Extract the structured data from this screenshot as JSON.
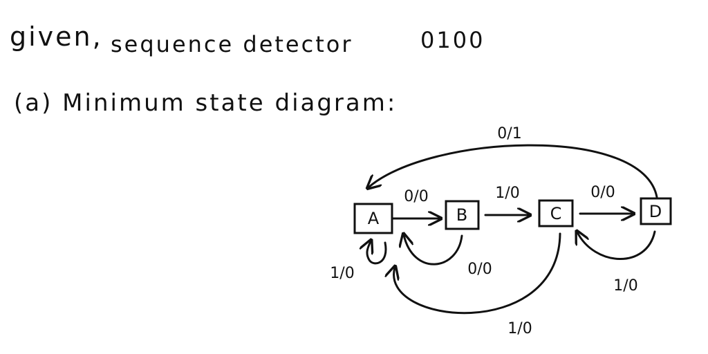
{
  "notes": {
    "given": "given,",
    "sequence_label": "sequence detector",
    "sequence_value": "0100",
    "heading": "(a) Minimum state diagram:"
  },
  "states": [
    {
      "id": "A",
      "label": "A"
    },
    {
      "id": "B",
      "label": "B"
    },
    {
      "id": "C",
      "label": "C"
    },
    {
      "id": "D",
      "label": "D"
    }
  ],
  "transitions": [
    {
      "id": "a-to-b",
      "from": "A",
      "to": "B",
      "label": "0/0"
    },
    {
      "id": "b-to-c",
      "from": "B",
      "to": "C",
      "label": "1/0"
    },
    {
      "id": "c-to-d",
      "from": "C",
      "to": "D",
      "label": "0/0"
    },
    {
      "id": "d-to-a",
      "from": "D",
      "to": "A",
      "label": "0/1"
    },
    {
      "id": "a-self",
      "from": "A",
      "to": "A",
      "label": "1/0"
    },
    {
      "id": "b-to-a",
      "from": "B",
      "to": "A",
      "label": "0/0"
    },
    {
      "id": "c-to-a",
      "from": "C",
      "to": "A",
      "label": "1/0"
    },
    {
      "id": "d-to-c",
      "from": "D",
      "to": "C",
      "label": "1/0"
    }
  ]
}
